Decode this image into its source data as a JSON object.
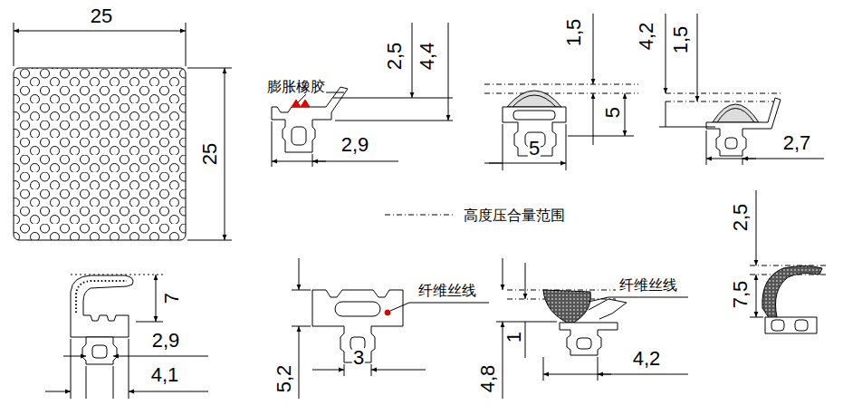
{
  "diagram": {
    "labels": [
      "25",
      "25",
      "膨胀橡胶",
      "2,5",
      "4,4",
      "2,9",
      "1,5",
      "5",
      "5",
      "4,2",
      "1,5",
      "2,7",
      "7",
      "2,9",
      "4,1",
      "5,2",
      "3",
      "纤维丝线",
      "4,8",
      "1",
      "纤维丝线",
      "4,2",
      "2,5",
      "7,5"
    ],
    "legend": [
      {
        "text": "高度压合量范围"
      }
    ]
  }
}
